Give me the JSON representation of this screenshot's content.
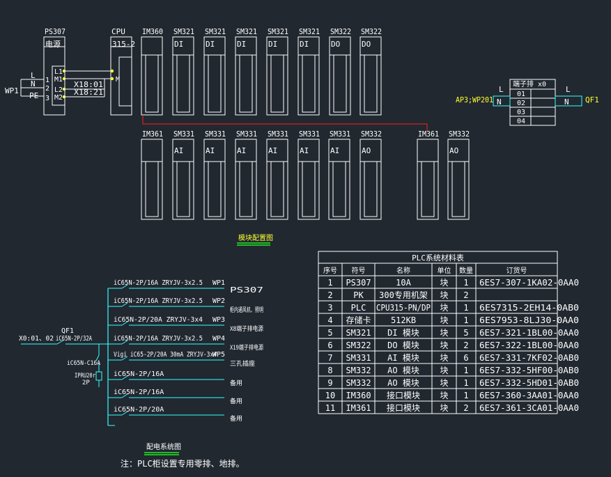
{
  "colors": {
    "bg": "#212830",
    "line": "#ffffff",
    "yellow": "#ffff33",
    "cyan": "#33ffff",
    "red": "#ff2020",
    "green": "#22ee22"
  },
  "rack1": [
    {
      "name": "PS307",
      "sub": "电源"
    },
    {
      "name": "CPU",
      "sub": "315-2"
    },
    {
      "name": "IM360",
      "sub": ""
    },
    {
      "name": "SM321",
      "sub": "DI"
    },
    {
      "name": "SM321",
      "sub": "DI"
    },
    {
      "name": "SM321",
      "sub": "DI"
    },
    {
      "name": "SM321",
      "sub": "DI"
    },
    {
      "name": "SM321",
      "sub": "DI"
    },
    {
      "name": "SM322",
      "sub": "DO"
    },
    {
      "name": "SM322",
      "sub": "DO"
    }
  ],
  "rack2": [
    {
      "name": "IM361",
      "sub": ""
    },
    {
      "name": "SM331",
      "sub": "AI"
    },
    {
      "name": "SM331",
      "sub": "AI"
    },
    {
      "name": "SM331",
      "sub": "AI"
    },
    {
      "name": "SM331",
      "sub": "AI"
    },
    {
      "name": "SM331",
      "sub": "AI"
    },
    {
      "name": "SM331",
      "sub": "AI"
    },
    {
      "name": "SM332",
      "sub": "AO"
    },
    {
      "name": "IM361",
      "sub": ""
    },
    {
      "name": "SM332",
      "sub": "AO"
    }
  ],
  "power_in": {
    "label": "WP1",
    "l": "L",
    "n": "N",
    "pe": "PE",
    "pins": [
      "1",
      "2",
      "3"
    ],
    "terms": [
      "L1",
      "M1",
      "L2",
      "M2"
    ],
    "x1": "X18:01",
    "x2": "X18:21",
    "m": "M"
  },
  "module_title": "模块配置图",
  "terminal": {
    "title": "端子排 x0",
    "rows": [
      "01",
      "02",
      "03",
      "04"
    ],
    "left_label": "AP3;WP201",
    "right_label": "QF1",
    "l": "L",
    "n": "N"
  },
  "table": {
    "title": "PLC系统材料表",
    "headers": [
      "序号",
      "符号",
      "名称",
      "单位",
      "数量",
      "订货号"
    ],
    "rows": [
      [
        "1",
        "PS307",
        "10A",
        "块",
        "1",
        "6ES7-307-1KA02-0AA0"
      ],
      [
        "2",
        "PK",
        "300专用机架",
        "块",
        "2",
        ""
      ],
      [
        "3",
        "PLC",
        "CPU315-PN/DP",
        "块",
        "1",
        "6ES7315-2EH14-0AB0"
      ],
      [
        "4",
        "存储卡",
        "512KB",
        "块",
        "1",
        "6ES7953-8LJ30-0AA0"
      ],
      [
        "5",
        "SM321",
        "DI 模块",
        "块",
        "5",
        "6ES7-321-1BL00-0AA0"
      ],
      [
        "6",
        "SM322",
        "DO 模块",
        "块",
        "2",
        "6ES7-322-1BL00-0AA0"
      ],
      [
        "7",
        "SM331",
        "AI 模块",
        "块",
        "6",
        "6ES7-331-7KF02-0AB0"
      ],
      [
        "8",
        "SM332",
        "AO 模块",
        "块",
        "1",
        "6ES7-332-5HF00-0AB0"
      ],
      [
        "9",
        "SM332",
        "AO 模块",
        "块",
        "1",
        "6ES7-332-5HD01-0AB0"
      ],
      [
        "10",
        "IM360",
        "接口模块",
        "块",
        "1",
        "6ES7-360-3AA01-0AA0"
      ],
      [
        "11",
        "IM361",
        "接口模块",
        "块",
        "2",
        "6ES7-361-3CA01-0AA0"
      ]
    ]
  },
  "distribution": {
    "feed": "X0:01、02",
    "main_breaker": "iC65N-2P/32A",
    "qf": "QF1",
    "sub_breaker": "iC65N-C16A",
    "spd": "IPRU20r",
    "spd2": "2P",
    "branches": [
      {
        "spec": "iC65N-2P/16A ZRYJV-3x2.5",
        "wp": "WP1",
        "dest": "PS307"
      },
      {
        "spec": "iC65N-2P/16A ZRYJV-3x2.5",
        "wp": "WP2",
        "dest": "柜内通风机、照明"
      },
      {
        "spec": "iC65N-2P/20A  ZRYJV-3x4",
        "wp": "WP3",
        "dest": "X8端子排电源"
      },
      {
        "spec": "iC65N-2P/16A ZRYJV-3x2.5",
        "wp": "WP4",
        "dest": "X19端子排电源"
      },
      {
        "spec": "Vigi iC65-2P/20A 30mA ZRYJV-3x4",
        "wp": "WP5",
        "dest": "三孔插座"
      },
      {
        "spec": "iC65N-2P/16A",
        "wp": "",
        "dest": "备用"
      },
      {
        "spec": "iC65N-2P/16A",
        "wp": "",
        "dest": "备用"
      },
      {
        "spec": "iC65N-2P/20A",
        "wp": "",
        "dest": "备用"
      }
    ],
    "title": "配电系统图",
    "note": "注：PLC柜设置专用零排、地排。"
  }
}
